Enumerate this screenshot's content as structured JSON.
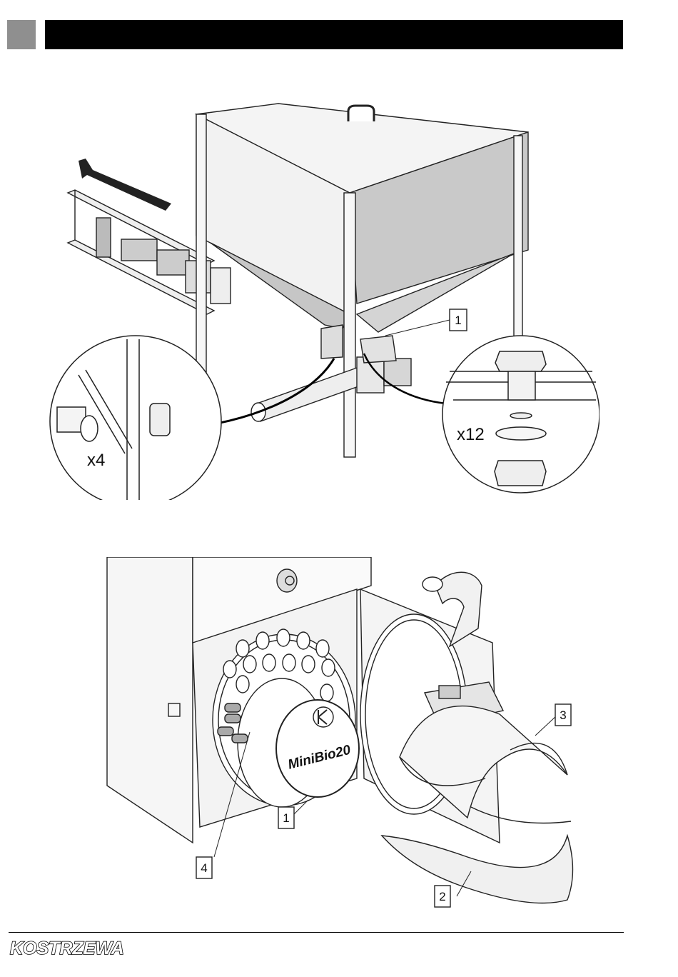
{
  "header": {
    "bar_color": "#000000",
    "marker_color": "#8f8f8f"
  },
  "figure1": {
    "callout": "1",
    "detail_left_qty": "x4",
    "detail_right_qty": "x12"
  },
  "figure2": {
    "badge_text": "MiniBio20",
    "callouts": [
      "1",
      "2",
      "3",
      "4"
    ]
  },
  "footer": {
    "brand": "KOSTRZEWA"
  }
}
